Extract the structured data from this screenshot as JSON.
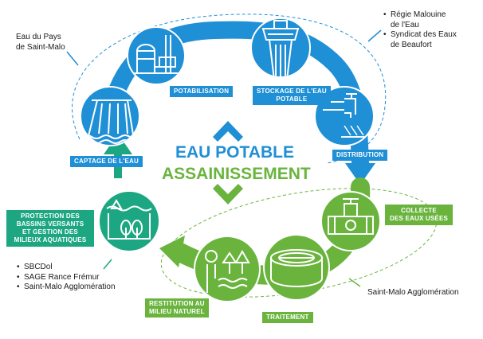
{
  "colors": {
    "water_blue": "#1f8fd6",
    "water_dark": "#0f6fc0",
    "sanitation_green": "#6ab43e",
    "sanitation_light": "#8cc63f",
    "protection_teal": "#1ca681",
    "note_text": "#1a1a1a"
  },
  "center": {
    "eau_potable": "EAU POTABLE",
    "assainissement": "ASSAINISSEMENT"
  },
  "stages": {
    "potabilisation": "POTABILISATION",
    "stockage": [
      "STOCKAGE DE L'EAU",
      "POTABLE"
    ],
    "distribution": "DISTRIBUTION",
    "captage": "CAPTAGE DE L'EAU",
    "collecte": [
      "COLLECTE",
      "DES EAUX USÉES"
    ],
    "traitement": "TRAITEMENT",
    "restitution": [
      "RESTITUTION AU",
      "MILIEU NATUREL"
    ],
    "protection": [
      "PROTECTION DES",
      "BASSINS VERSANTS",
      "ET GESTION DES",
      "MILIEUX AQUATIQUES"
    ]
  },
  "actors": {
    "eau_pays": [
      "Eau du Pays",
      "de Saint-Malo"
    ],
    "regie": [
      [
        "Régie Malouine",
        "de l'Eau"
      ],
      [
        "Syndicat des Eaux",
        "de Beaufort"
      ]
    ],
    "bassins": [
      "SBCDol",
      "SAGE Rance Frémur",
      "Saint-Malo Agglomération"
    ],
    "assainissement": "Saint-Malo Agglomération"
  },
  "icons": {
    "captage": "dam-icon",
    "potabilisation": "treatment-plant-icon",
    "stockage": "water-tower-icon",
    "distribution": "tap-icon",
    "collecte": "sewer-valve-icon",
    "traitement": "treatment-basin-icon",
    "restitution": "river-forest-icon",
    "protection": "watershed-forest-icon"
  }
}
